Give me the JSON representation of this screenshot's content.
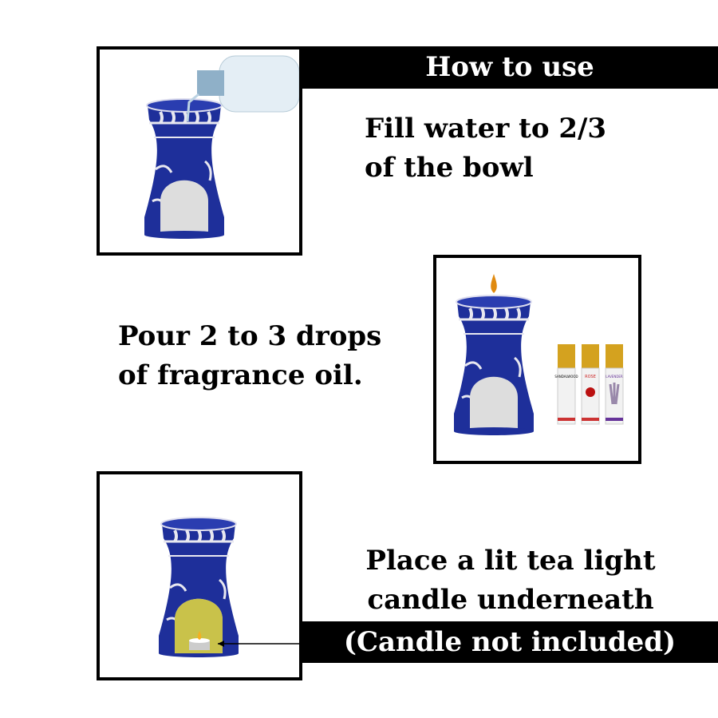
{
  "header": {
    "title": "How to use"
  },
  "steps": [
    {
      "line1": "Fill water to 2/3",
      "line2": "of the bowl"
    },
    {
      "line1": "Pour 2 to 3 drops",
      "line2": "of fragrance oil."
    },
    {
      "line1": "Place a lit tea light",
      "line2": "candle underneath",
      "note": "(Candle not included)"
    }
  ],
  "bottles": [
    "SANDALWOOD",
    "ROSE",
    "LAVENDER"
  ],
  "colors": {
    "vase_blue": "#1e2f9a",
    "banner": "#000000",
    "oil_cap": "#d4a21f"
  }
}
